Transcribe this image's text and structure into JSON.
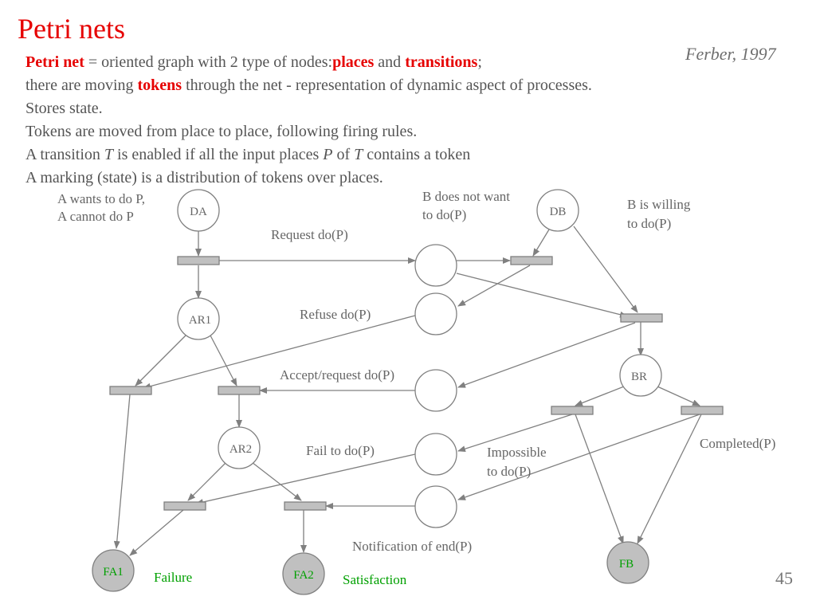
{
  "slide": {
    "title": "Petri nets",
    "citation": "Ferber, 1997",
    "page_number": "45",
    "intro": {
      "term_petri_net": "Petri net",
      "def_prefix": " = oriented graph with 2 type of nodes:",
      "term_places": "places",
      "and": " and ",
      "term_transitions": "transitions",
      "semicolon": ";",
      "line2_prefix": "there are moving ",
      "term_tokens": "tokens",
      "line2_suffix": " through the net - representation of dynamic aspect of processes.",
      "line3": "Stores state.",
      "line4": "Tokens are moved from place to place, following firing rules.",
      "line5_a": "A transition ",
      "line5_T": "T",
      "line5_b": " is enabled if all the input places ",
      "line5_P": "P",
      "line5_c": " of ",
      "line5_T2": "T",
      "line5_d": " contains a token",
      "line6": "A marking (state) is a distribution of tokens over places."
    }
  },
  "diagram": {
    "colors": {
      "stroke": "#808080",
      "transition_fill": "#c0c0c0",
      "final_fill": "#c0c0c0",
      "green_text": "#00a000",
      "label_text": "#666666"
    },
    "places": {
      "DA": "DA",
      "DB": "DB",
      "AR1": "AR1",
      "AR2": "AR2",
      "BR": "BR",
      "FA1": "FA1",
      "FA2": "FA2",
      "FB": "FB"
    },
    "labels": {
      "a_wants_1": "A wants to do P,",
      "a_wants_2": "A cannot do P",
      "b_not_want_1": "B does not want",
      "b_not_want_2": "to do(P)",
      "b_willing_1": "B is willing",
      "b_willing_2": "to do(P)",
      "request": "Request do(P)",
      "refuse": "Refuse do(P)",
      "accept": "Accept/request do(P)",
      "fail": "Fail to do(P)",
      "impossible_1": "Impossible",
      "impossible_2": "to do(P)",
      "completed": "Completed(P)",
      "notification": "Notification of end(P)",
      "failure": "Failure",
      "satisfaction": "Satisfaction"
    }
  }
}
